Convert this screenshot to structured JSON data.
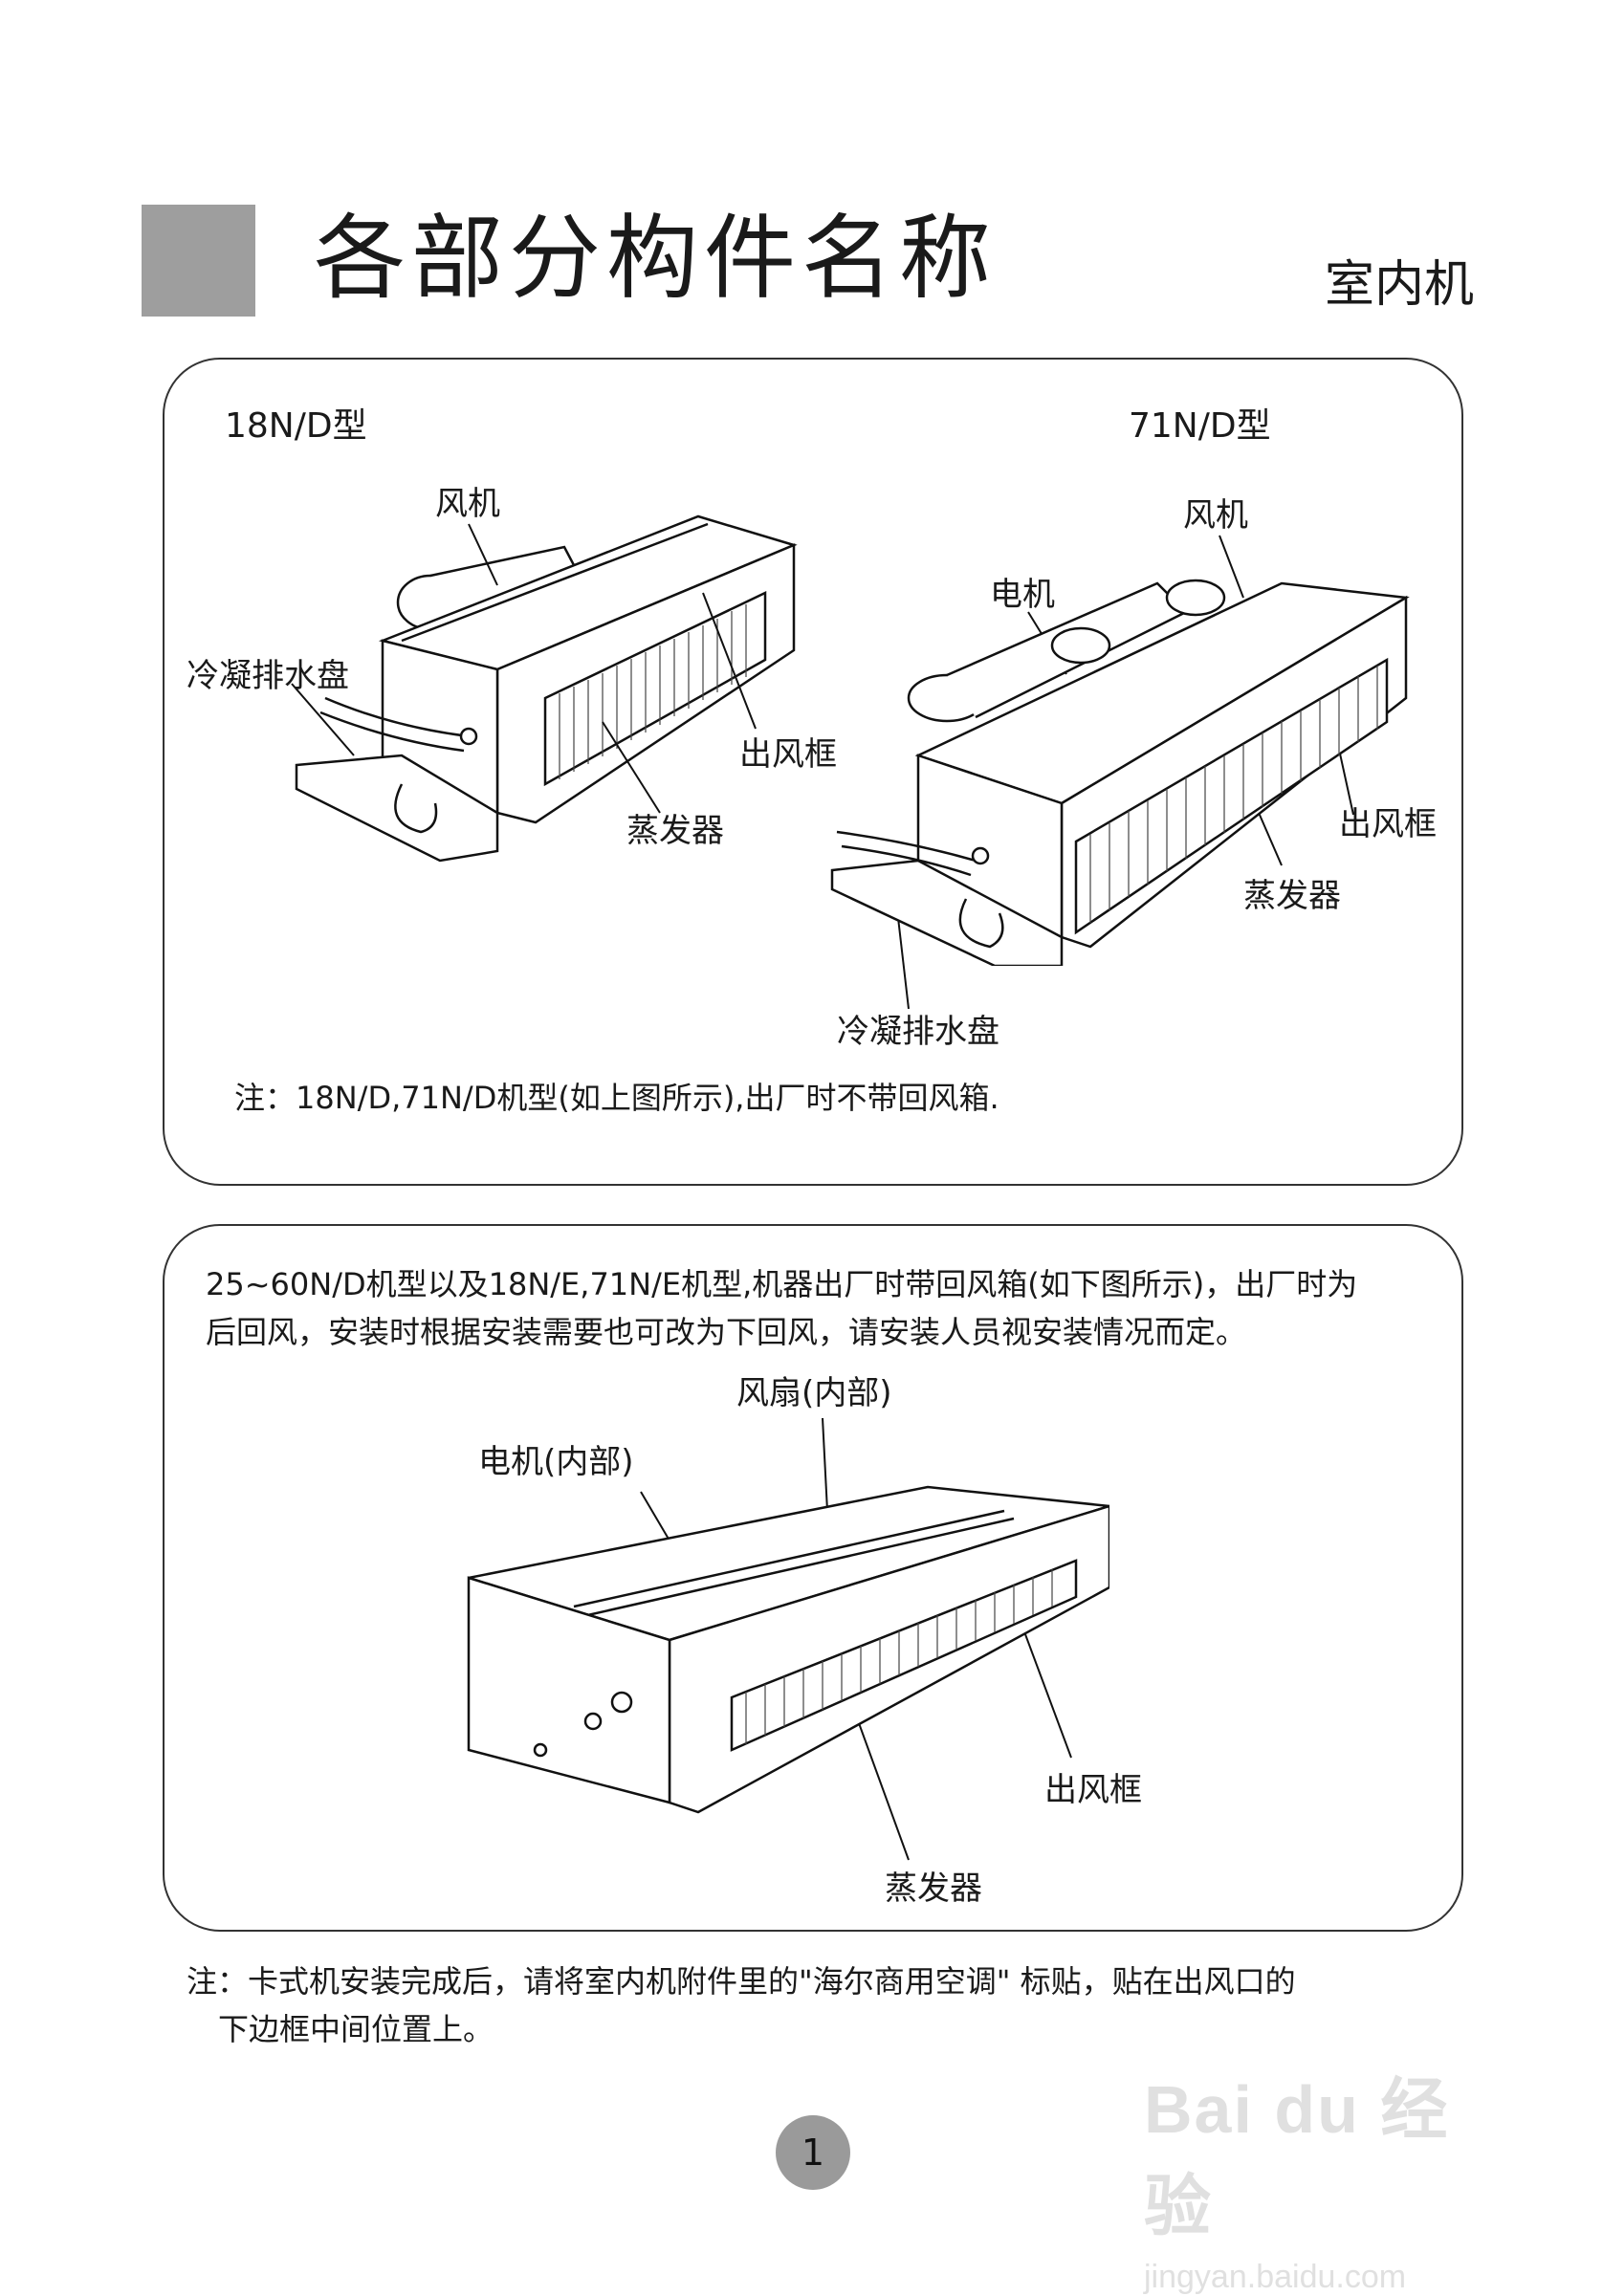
{
  "header": {
    "title": "各部分构件名称",
    "subtitle": "室内机"
  },
  "panel1": {
    "left_model": "18N/D型",
    "right_model": "71N/D型",
    "left_labels": {
      "fan": "风机",
      "drain_pan": "冷凝排水盘",
      "outlet_frame": "出风框",
      "evaporator": "蒸发器"
    },
    "right_labels": {
      "fan": "风机",
      "motor": "电机",
      "outlet_frame": "出风框",
      "evaporator": "蒸发器",
      "drain_pan": "冷凝排水盘"
    },
    "note": "注：18N/D,71N/D机型(如上图所示),出厂时不带回风箱."
  },
  "panel2": {
    "intro_line1": "25~60N/D机型以及18N/E,71N/E机型,机器出厂时带回风箱(如下图所示)，出厂时为",
    "intro_line2": "后回风，安装时根据安装需要也可改为下回风，请安装人员视安装情况而定。",
    "labels": {
      "fan_inside": "风扇(内部)",
      "motor_inside": "电机(内部)",
      "outlet_frame": "出风框",
      "evaporator": "蒸发器"
    }
  },
  "footer_note": {
    "line1": "注：卡式机安装完成后，请将室内机附件里的\"海尔商用空调\" 标贴，贴在出风口的",
    "line2": "下边框中间位置上。"
  },
  "page_number": "1",
  "watermark": {
    "brand": "Bai du 经验",
    "url": "jingyan.baidu.com"
  }
}
